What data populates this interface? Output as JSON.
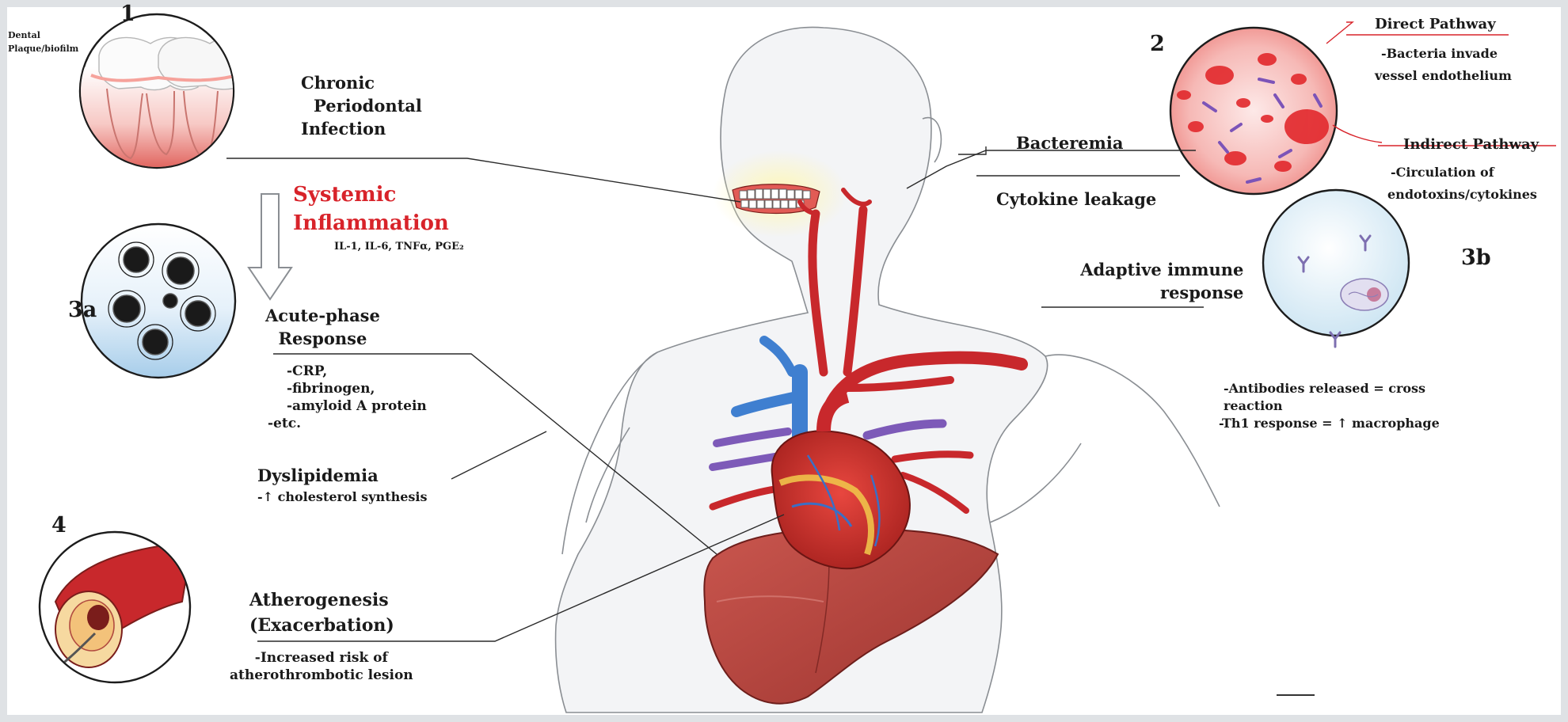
{
  "colors": {
    "accent_red": "#d8232a",
    "artery_red": "#c8282c",
    "vein_blue": "#3f7fd0",
    "liver": "#b5433d",
    "background": "#dfe2e5"
  },
  "labels": {
    "num_1": "1",
    "num_2": "2",
    "num_3a": "3a",
    "num_3b": "3b",
    "num_4": "4",
    "dental_plaque": [
      "Dental",
      "Plaque/biofilm"
    ],
    "chronic_periodontal": [
      "Chronic",
      "Periodontal",
      "Infection"
    ],
    "systemic_inflammation": [
      "Systemic",
      "Inflammation"
    ],
    "cytokines": "IL-1, IL-6, TNFα, PGE₂",
    "acute_phase": [
      "Acute-phase",
      "Response"
    ],
    "acute_list": [
      "-CRP,",
      "-fibrinogen,",
      "-amyloid A protein",
      "-etc."
    ],
    "dyslipidemia": "Dyslipidemia",
    "dyslipidemia_detail": "-↑ cholesterol synthesis",
    "atherogenesis": [
      "Atherogenesis",
      "(Exacerbation)"
    ],
    "atherogenesis_detail": [
      "-Increased risk of",
      "atherothrombotic lesion"
    ],
    "bacteremia": "Bacteremia",
    "cytokine_leakage": "Cytokine leakage",
    "direct_pathway": "Direct Pathway",
    "direct_detail": [
      "-Bacteria invade",
      "vessel endothelium"
    ],
    "indirect_pathway": "Indirect Pathway",
    "indirect_detail": [
      "-Circulation of",
      "endotoxins/cytokines"
    ],
    "adaptive_immune": [
      "Adaptive immune",
      "response"
    ],
    "adaptive_detail": [
      "-Antibodies released = cross",
      "reaction",
      "-Th1 response = ↑ macrophage"
    ]
  }
}
